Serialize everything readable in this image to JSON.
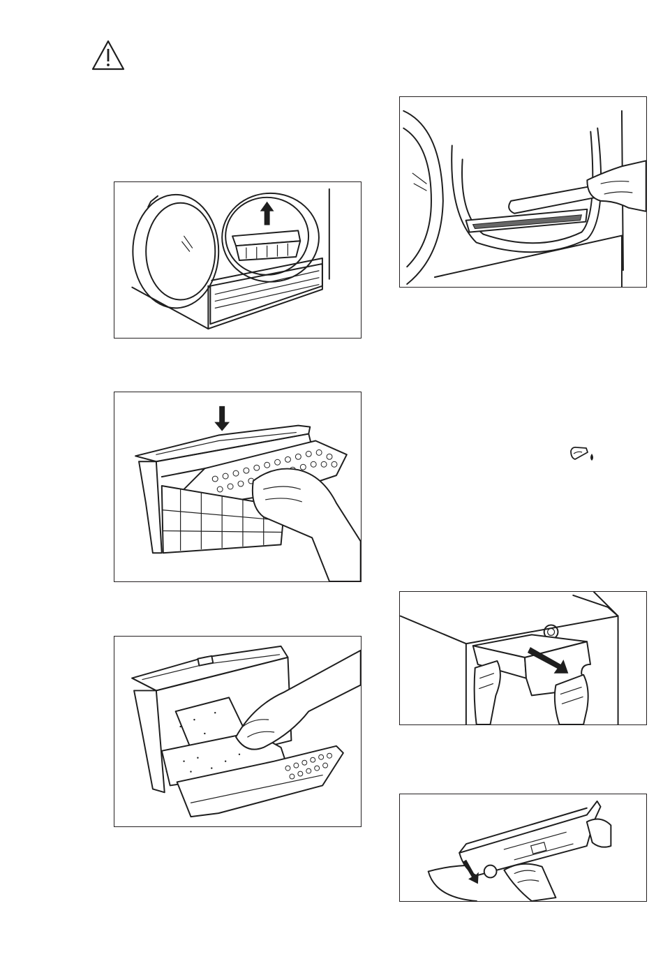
{
  "icons": {
    "warning": "warning-triangle-icon",
    "water_container": "water-container-drop-icon"
  },
  "figures": [
    {
      "id": "fig-remove-filter",
      "icon": "arrow-up-icon"
    },
    {
      "id": "fig-open-filter",
      "icon": "arrow-down-icon"
    },
    {
      "id": "fig-clean-filter",
      "icon": "hand-icon"
    },
    {
      "id": "fig-clean-drum-seal",
      "icon": "vacuum-nozzle-icon"
    },
    {
      "id": "fig-pull-container",
      "icon": "arrow-pull-icon"
    },
    {
      "id": "fig-empty-container",
      "icon": "arrow-pour-icon"
    }
  ],
  "colors": {
    "line": "#1e1e1e",
    "border": "#231f20",
    "background": "#ffffff"
  }
}
